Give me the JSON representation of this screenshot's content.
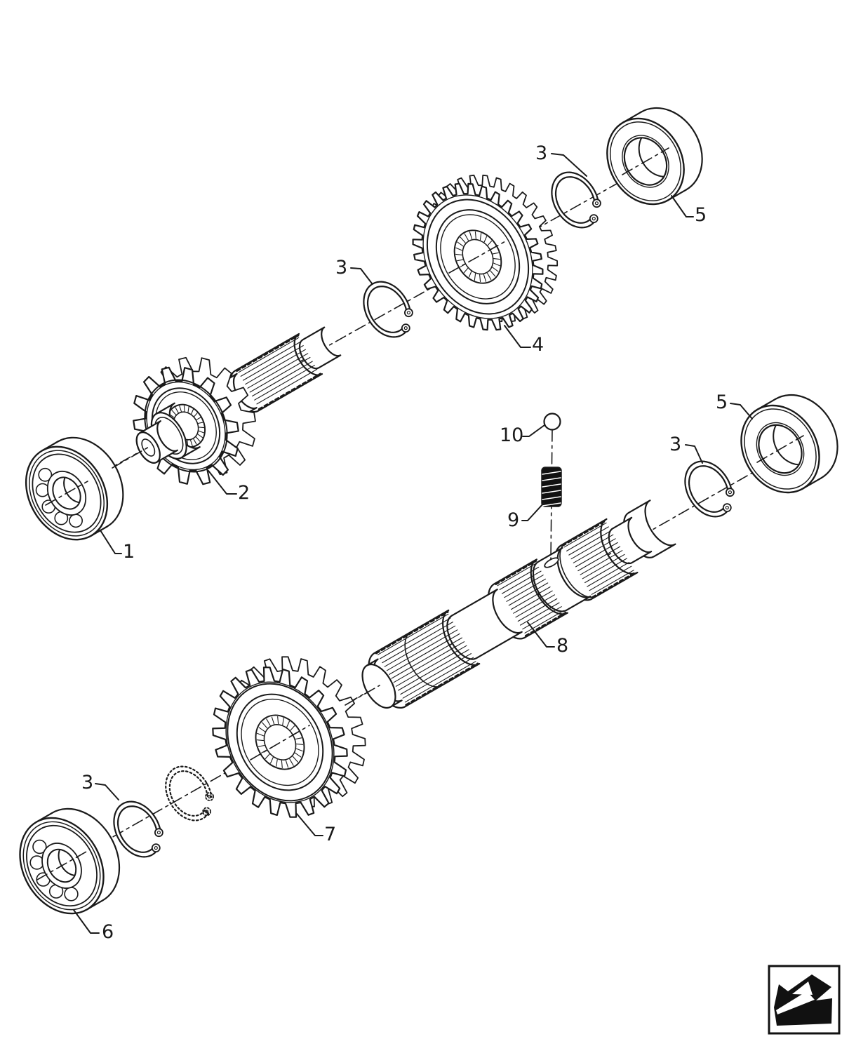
{
  "figure": {
    "kind": "exploded-parts-diagram",
    "background": "#ffffff",
    "line_color": "#1a1a1a"
  },
  "callouts": {
    "n1": {
      "label": "1",
      "part": "ball-bearing-front"
    },
    "n2": {
      "label": "2",
      "part": "input-gear-shaft"
    },
    "n3_upper": {
      "label": "3",
      "part": "snap-ring"
    },
    "n3_mid": {
      "label": "3",
      "part": "snap-ring"
    },
    "n3_right": {
      "label": "3",
      "part": "snap-ring"
    },
    "n3_lower": {
      "label": "3",
      "part": "snap-ring"
    },
    "n4": {
      "label": "4",
      "part": "upper-gear"
    },
    "n5_upper": {
      "label": "5",
      "part": "bearing"
    },
    "n5_right": {
      "label": "5",
      "part": "bearing"
    },
    "n6": {
      "label": "6",
      "part": "ball-bearing-lower"
    },
    "n7": {
      "label": "7",
      "part": "lower-gear"
    },
    "n8": {
      "label": "8",
      "part": "splined-output-shaft"
    },
    "n9": {
      "label": "9",
      "part": "detent-spring"
    },
    "n10": {
      "label": "10",
      "part": "detent-ball"
    }
  },
  "nav_icon": {
    "name": "back-arrow"
  }
}
